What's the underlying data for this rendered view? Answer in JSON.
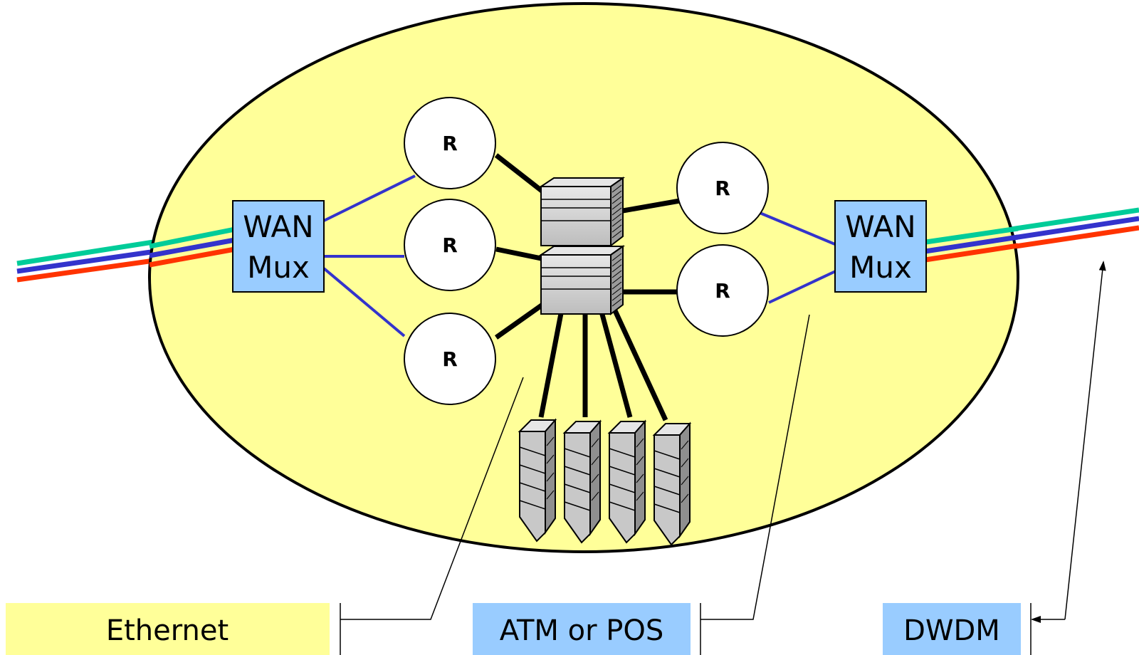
{
  "colors": {
    "cloud_fill": "#ffff99",
    "mux_fill": "#99ccff",
    "fiber_green": "#00cc99",
    "fiber_blue": "#3333cc",
    "fiber_red": "#ff3300",
    "link_blue": "#3333cc",
    "legend_ethernet_fill": "#ffff99",
    "legend_blue_fill": "#99ccff"
  },
  "mux_left": {
    "line1": "WAN",
    "line2": "Mux"
  },
  "mux_right": {
    "line1": "WAN",
    "line2": "Mux"
  },
  "routers": [
    {
      "id": "r1",
      "label": "R"
    },
    {
      "id": "r2",
      "label": "R"
    },
    {
      "id": "r3",
      "label": "R"
    },
    {
      "id": "r4",
      "label": "R"
    },
    {
      "id": "r5",
      "label": "R"
    }
  ],
  "switches": [
    {
      "id": "sw-top",
      "icon": "switch-icon"
    },
    {
      "id": "sw-bottom",
      "icon": "switch-icon"
    }
  ],
  "servers": [
    {
      "id": "srv1",
      "icon": "server-tower-icon"
    },
    {
      "id": "srv2",
      "icon": "server-tower-icon"
    },
    {
      "id": "srv3",
      "icon": "server-tower-icon"
    },
    {
      "id": "srv4",
      "icon": "server-tower-icon"
    }
  ],
  "legend": {
    "ethernet": "Ethernet",
    "atm_pos": "ATM or POS",
    "dwdm": "DWDM"
  }
}
